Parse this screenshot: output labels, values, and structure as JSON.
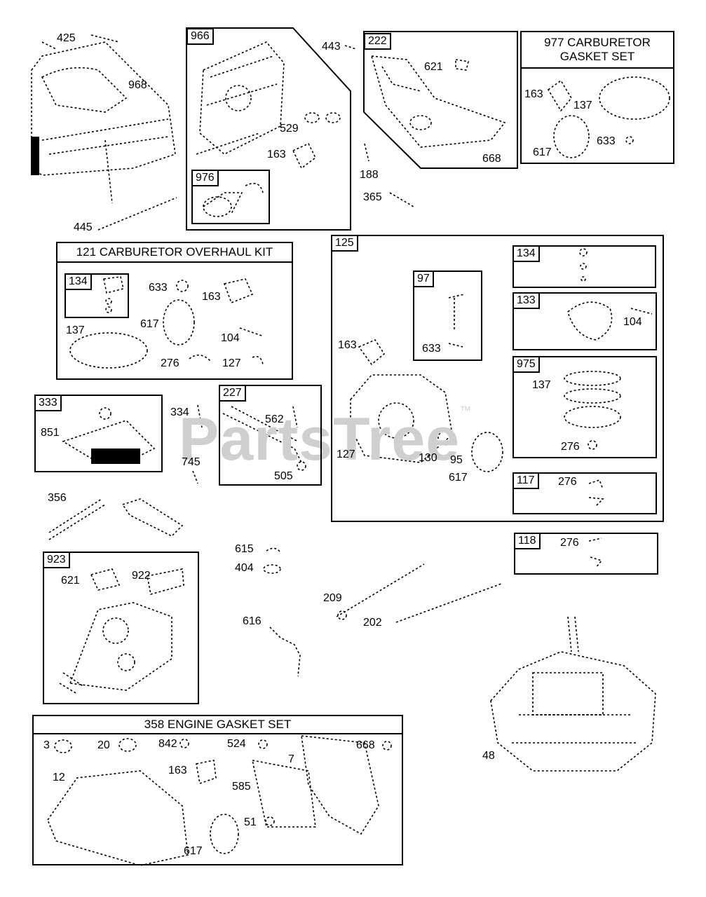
{
  "watermark": {
    "text": "PartsTree",
    "tm": "™"
  },
  "groups": {
    "g966": "966",
    "g976": "976",
    "g222": "222",
    "g977": {
      "tag": "977",
      "title_l1": "977 CARBURETOR",
      "title_l2": "GASKET SET"
    },
    "g121": {
      "title": "121 CARBURETOR OVERHAUL KIT",
      "sub134": "134"
    },
    "g125": "125",
    "g97": "97",
    "g134b": "134",
    "g133": "133",
    "g975": "975",
    "g117": "117",
    "g118": "118",
    "g333": "333",
    "g227": "227",
    "g923": "923",
    "g358": {
      "title": "358 ENGINE GASKET SET"
    }
  },
  "labels": {
    "l425": "425",
    "l968": "968",
    "l445": "445",
    "l529": "529",
    "l163a": "163",
    "l443": "443",
    "l621a": "621",
    "l668a": "668",
    "l188": "188",
    "l365": "365",
    "l163b": "163",
    "l137a": "137",
    "l617a": "617",
    "l633a": "633",
    "l633b": "633",
    "l163c": "163",
    "l617b": "617",
    "l137b": "137",
    "l104a": "104",
    "l276a": "276",
    "l127a": "127",
    "l163d": "163",
    "l633c": "633",
    "l127b": "127",
    "l130": "130",
    "l95": "95",
    "l617c": "617",
    "l104b": "104",
    "l137c": "137",
    "l276b": "276",
    "l276c": "276",
    "l276d": "276",
    "l851": "851",
    "l334": "334",
    "l745": "745",
    "l562": "562",
    "l505": "505",
    "l356": "356",
    "l621b": "621",
    "l922": "922",
    "l615": "615",
    "l404": "404",
    "l616": "616",
    "l209": "209",
    "l202": "202",
    "l48": "48",
    "l3": "3",
    "l20": "20",
    "l842": "842",
    "l524": "524",
    "l668b": "668",
    "l12": "12",
    "l163e": "163",
    "l585": "585",
    "l7": "7",
    "l51": "51",
    "l617d": "617"
  }
}
